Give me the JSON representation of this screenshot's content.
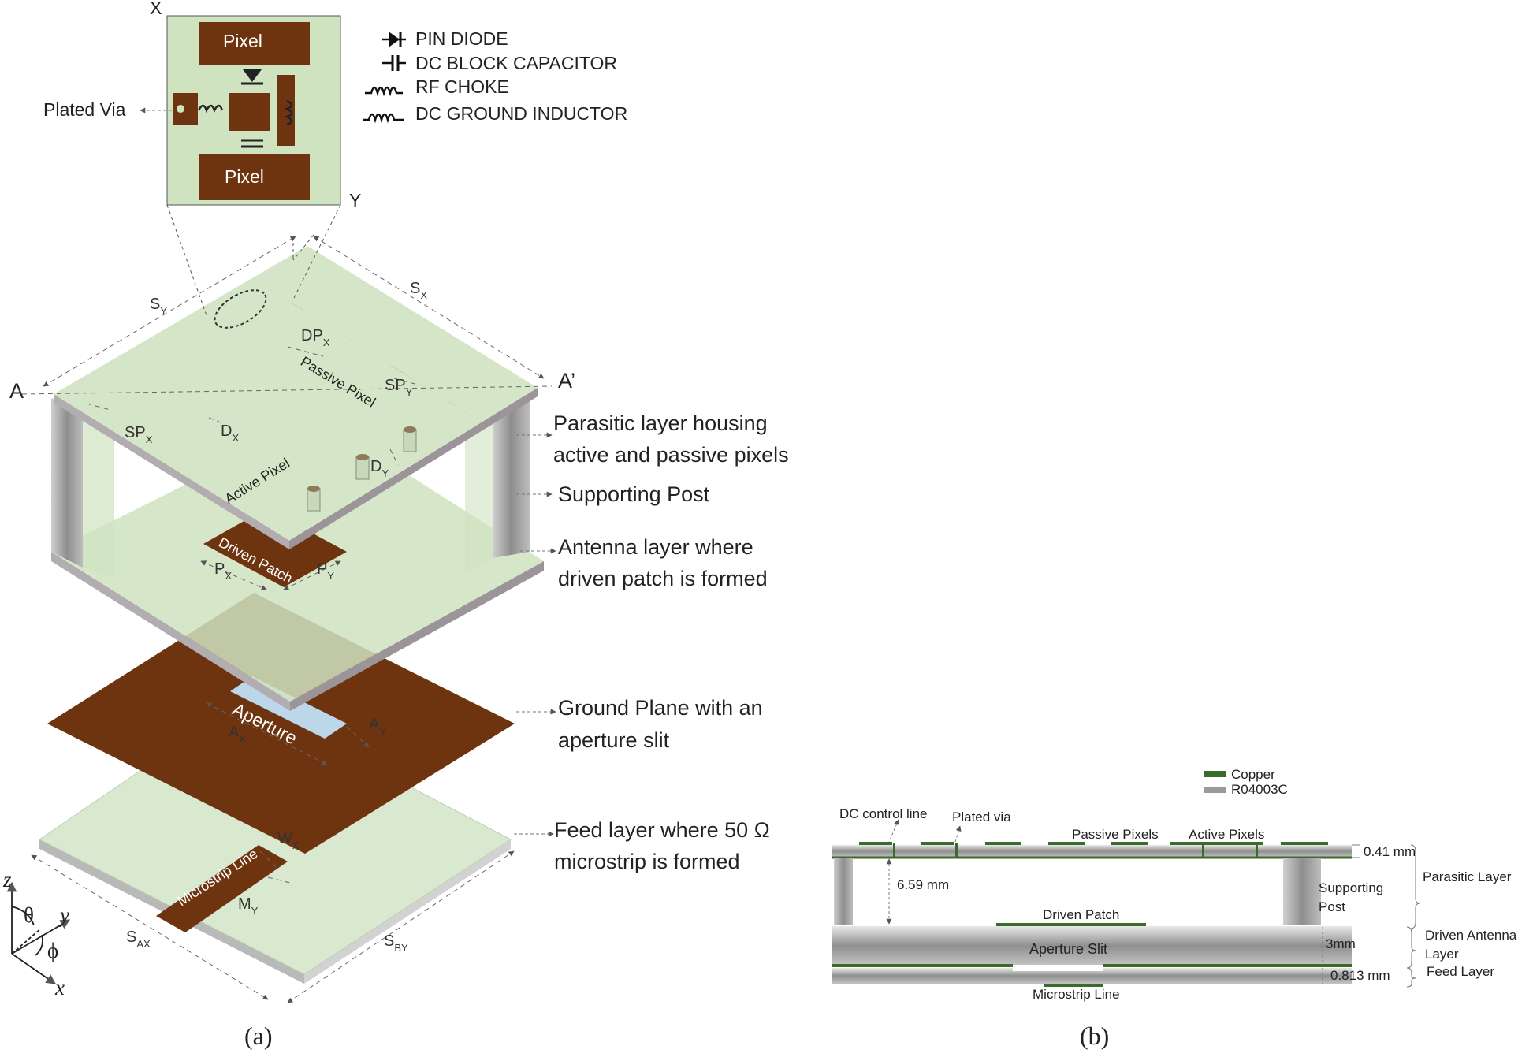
{
  "panel_a": {
    "caption": "(a)",
    "inset": {
      "corner_x": "X",
      "corner_y": "Y",
      "pixel_top": "Pixel",
      "pixel_bottom": "Pixel",
      "plated_via": "Plated Via"
    },
    "legend": [
      {
        "icon": "pin-diode-icon",
        "label": "PIN DIODE"
      },
      {
        "icon": "dc-block-capacitor-icon",
        "label": "DC BLOCK CAPACITOR"
      },
      {
        "icon": "rf-choke-icon",
        "label": "RF CHOKE"
      },
      {
        "icon": "dc-ground-inductor-icon",
        "label": "DC GROUND INDUCTOR"
      }
    ],
    "dims": {
      "sy": "S",
      "sy_sub": "Y",
      "sx": "S",
      "sx_sub": "X",
      "dpx": "DP",
      "dpx_sub": "X",
      "spx": "SP",
      "spx_sub": "X",
      "spy": "SP",
      "spy_sub": "Y",
      "dx": "D",
      "dx_sub": "X",
      "dy": "D",
      "dy_sub": "Y",
      "px": "P",
      "px_sub": "X",
      "py": "P",
      "py_sub": "Y",
      "ax": "A",
      "ax_sub": "X",
      "ay": "A",
      "ay_sub": "Y",
      "wx": "W",
      "wx_sub": "X",
      "my": "M",
      "my_sub": "Y",
      "sax": "S",
      "sax_sub": "AX",
      "sby": "S",
      "sby_sub": "BY",
      "a_left": "A",
      "a_right": "A’"
    },
    "in_figure": {
      "passive_pixel": "Passive Pixel",
      "active_pixel": "Active Pixel",
      "driven_patch": "Driven Patch",
      "aperture": "Aperture",
      "microstrip_line": "Microstrip Line"
    },
    "callouts": [
      {
        "line1": "Parasitic layer housing",
        "line2": "active and passive pixels"
      },
      {
        "line1": "Supporting Post",
        "line2": ""
      },
      {
        "line1": "Antenna layer where",
        "line2": "driven patch is formed"
      },
      {
        "line1": "Ground Plane with an",
        "line2": "aperture slit"
      },
      {
        "line1": "Feed layer where 50 Ω",
        "line2": "microstrip is formed"
      }
    ],
    "axes": {
      "z": "z",
      "y": "y",
      "x": "x",
      "theta": "θ",
      "phi": "ϕ"
    }
  },
  "panel_b": {
    "caption": "(b)",
    "legend": [
      {
        "label": "Copper",
        "color": "#3b6b2a"
      },
      {
        "label": "R04003C",
        "color": "#9a9a9a"
      }
    ],
    "labels": {
      "dc_control_line": "DC control line",
      "plated_via": "Plated via",
      "passive_pixels": "Passive Pixels",
      "active_pixels": "Active Pixels",
      "height_gap": "6.59 mm",
      "driven_patch": "Driven Patch",
      "supporting_post": "Supporting",
      "supporting_post2": "Post",
      "aperture_slit": "Aperture Slit",
      "microstrip_line": "Microstrip Line",
      "thk_top": "0.41 mm",
      "thk_mid": "3mm",
      "thk_bot": "0.813 mm",
      "parasitic_layer": "Parasitic Layer",
      "driven_antenna_layer": "Driven Antenna",
      "driven_antenna_layer2": "Layer",
      "feed_layer": "Feed Layer"
    }
  },
  "colors": {
    "substrate_green": "#cfe3c0",
    "copper_brown": "#6e3410",
    "post_gray": "#a7a2a6",
    "slit_blue": "#bcd7ea",
    "copper_green": "#3b6b2a"
  }
}
